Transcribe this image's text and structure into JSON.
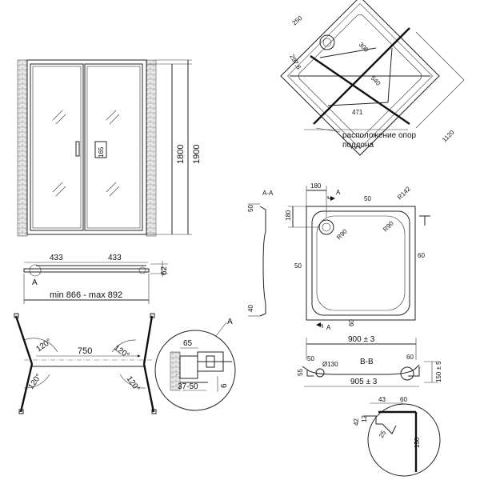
{
  "front_view": {
    "h_1800": "1800",
    "h_1900": "1900",
    "handle_165": "165"
  },
  "top_view": {
    "w1": "433",
    "w2": "433",
    "d62": "62",
    "marker": "A",
    "range": "min 866 - max 892"
  },
  "swing_view": {
    "angle_left_top": "120°",
    "angle_right_top": "120°",
    "angle_left_bot": "120°",
    "angle_right_bot": "120°",
    "width": "750"
  },
  "detail_a": {
    "label": "A",
    "d65": "65",
    "d37_50": "37-50",
    "d6": "6"
  },
  "tray_supports": {
    "d250": "250",
    "d300": "300",
    "d540": "540",
    "d471": "471",
    "d1120": "1120",
    "d297": "297,6",
    "caption_line1": "расположение опор",
    "caption_line2": "поддона"
  },
  "tray_plan": {
    "section": "A-A",
    "d180_top": "180",
    "d180_side": "180",
    "marker_top": "A",
    "marker_bot": "A",
    "r50_top": "50",
    "r142": "R142",
    "r90_top": "R90",
    "r90_drain": "R90",
    "d50_left": "50",
    "d60_right": "60",
    "d60_bot": "60",
    "sec_d50": "50",
    "sec_d40": "40"
  },
  "tray_section": {
    "w900": "900 ± 3",
    "w905": "905 ± 3",
    "label": "B-B",
    "d50": "50",
    "d60": "60",
    "d55": "55",
    "d130": "Ø130",
    "d150": "150 ± 5"
  },
  "tray_detail": {
    "d43": "43",
    "d60": "60",
    "d42": "42",
    "d12": "12",
    "d25": "25",
    "d150": "150"
  }
}
